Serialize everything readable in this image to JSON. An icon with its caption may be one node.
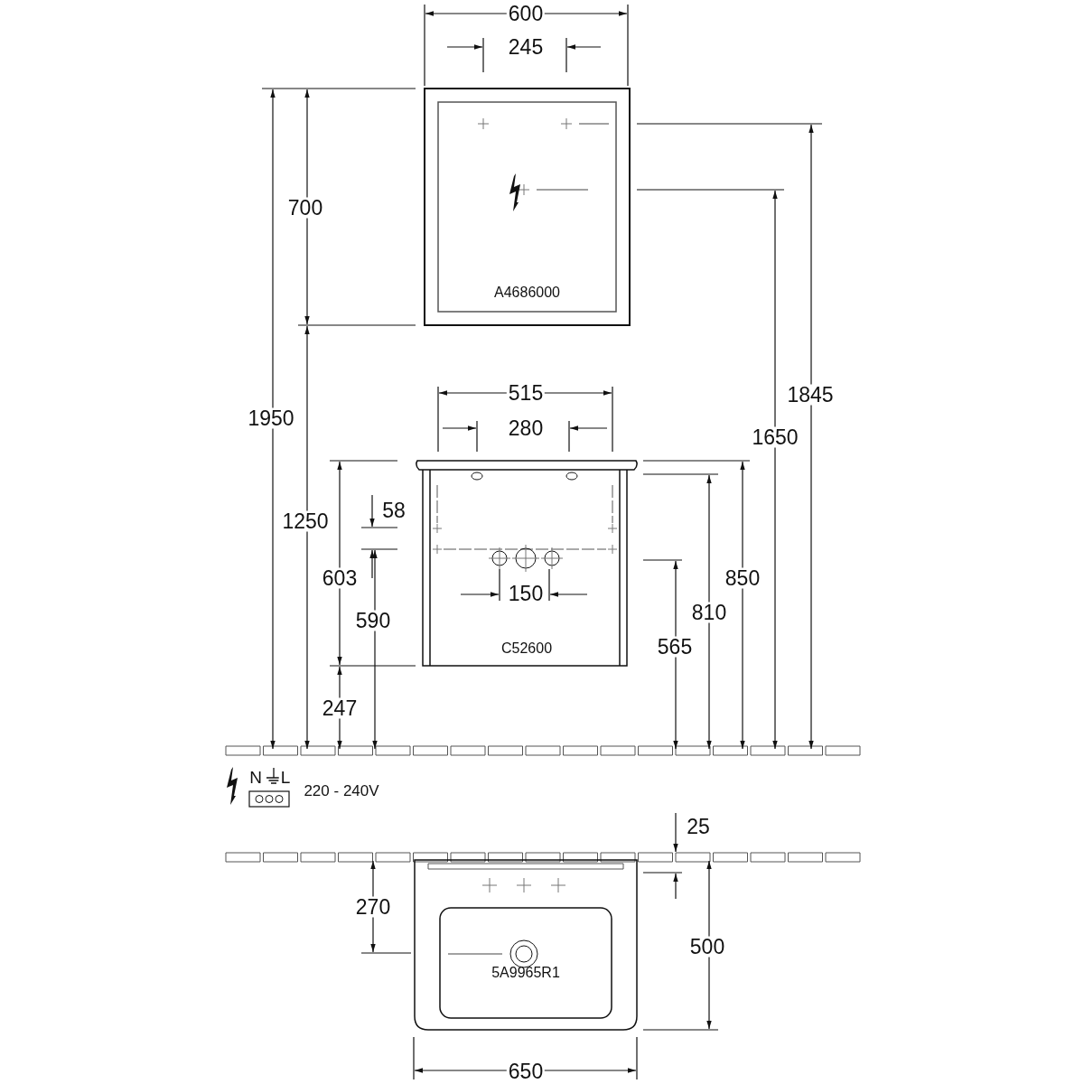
{
  "diagram": {
    "nodes": [
      {
        "text": [
          "A4686000"
        ]
      },
      {
        "text": [
          "C52600"
        ]
      },
      {
        "text": [
          "5A9965R1"
        ]
      }
    ],
    "labels": [
      "600",
      "245",
      "700",
      "1950",
      "1845",
      "1650",
      "515",
      "280",
      "1250",
      "58",
      "603",
      "850",
      "810",
      "590",
      "565",
      "150",
      "247",
      "N",
      "L",
      "220 - 240V",
      "25",
      "270",
      "500",
      "650"
    ]
  }
}
